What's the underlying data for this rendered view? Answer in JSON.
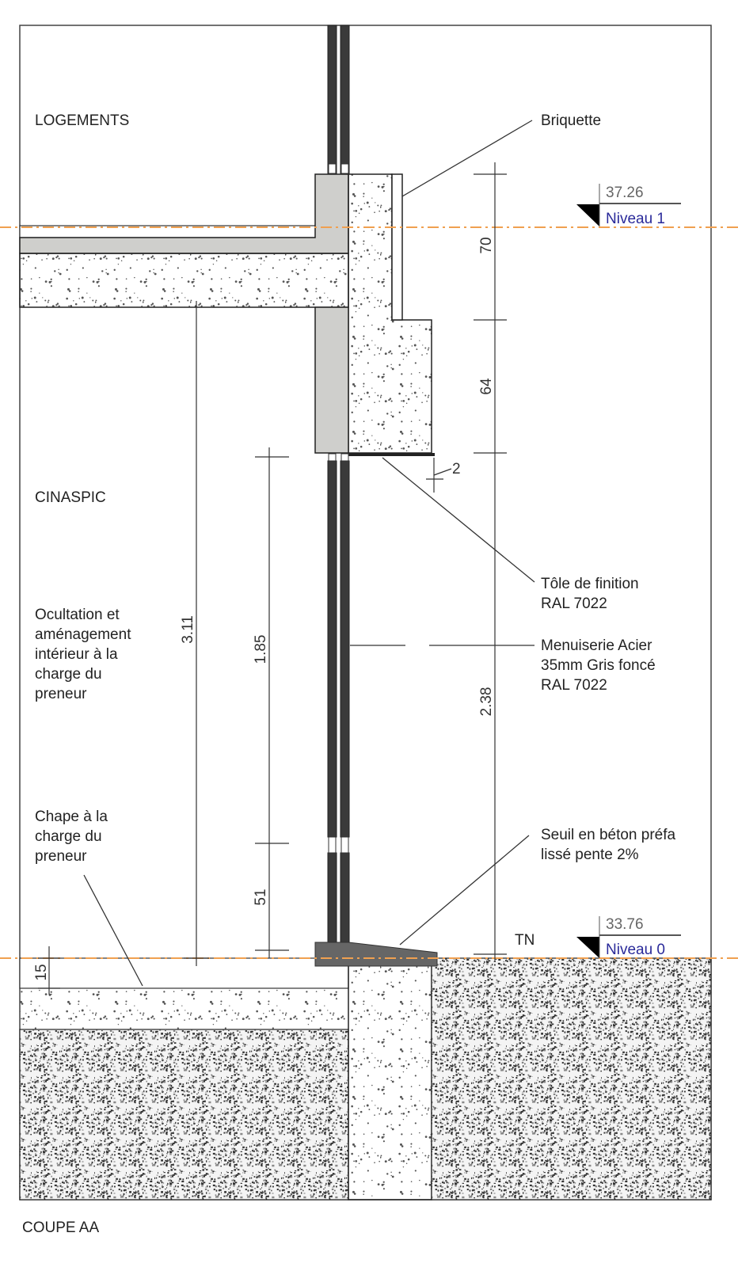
{
  "drawing": {
    "title": "COUPE AA",
    "zones": {
      "upper": "LOGEMENTS",
      "lower": "CINASPIC"
    },
    "notes": {
      "occultation": [
        "Ocultation et",
        "aménagement",
        "intérieur à la",
        "charge du",
        "preneur"
      ],
      "chape": [
        "Chape à la",
        "charge du",
        "preneur"
      ]
    },
    "annotations": {
      "briquette": "Briquette",
      "tole": [
        "Tôle de finition",
        "RAL 7022"
      ],
      "menuiserie": [
        "Menuiserie Acier",
        "35mm Gris foncé",
        "RAL 7022"
      ],
      "seuil": [
        "Seuil en béton préfa",
        "lissé pente 2%"
      ],
      "tn": "TN"
    },
    "levels": [
      {
        "value": "37.26",
        "name": "Niveau 1"
      },
      {
        "value": "33.76",
        "name": "Niveau 0"
      }
    ],
    "dimensions": {
      "d70": "70",
      "d64": "64",
      "d238": "2.38",
      "d311": "3.11",
      "d185": "1.85",
      "d51": "51",
      "d15": "15",
      "d2": "2"
    },
    "colors": {
      "level_line": "#f0a050",
      "wall_grey": "#cfcfcc",
      "frame_dark": "#3a3a3a",
      "seuil": "#666666",
      "level_text": "#2a2a9a"
    }
  }
}
